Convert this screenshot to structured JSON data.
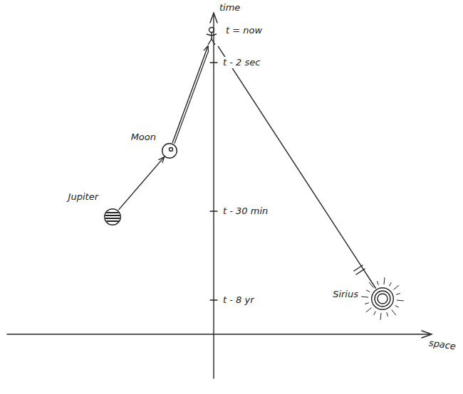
{
  "diagram": {
    "nodes": [
      {
        "text": [
          "Jupiter"
        ]
      },
      {
        "text": [
          "Moon"
        ]
      },
      {
        "text": [
          "t = now"
        ]
      },
      {
        "text": [
          "Sirius"
        ]
      }
    ],
    "edges": [
      {
        "from": 0,
        "to": 1,
        "arrow": "to"
      },
      {
        "from": 1,
        "to": 2,
        "arrow": "to"
      },
      {
        "from": 3,
        "to": 2,
        "arrow": "none"
      }
    ],
    "labels": [
      "time",
      "t - 2 sec",
      "t - 30 min",
      "t - 8 yr",
      "space"
    ]
  }
}
